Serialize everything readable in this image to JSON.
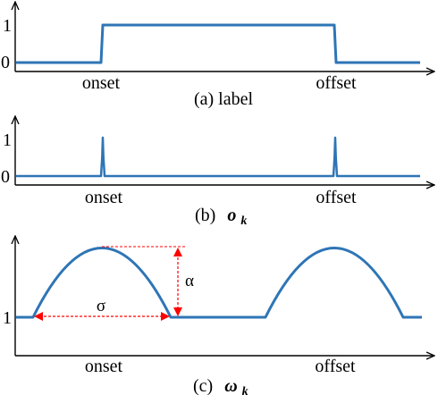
{
  "colors": {
    "signal": "#2e75b6",
    "axis": "#000000",
    "annotation": "#ff0000"
  },
  "panel_a": {
    "ytick_top": "1",
    "ytick_bottom": "0",
    "x_onset": "onset",
    "x_offset": "offset",
    "caption": "(a) label"
  },
  "panel_b": {
    "ytick_top": "1",
    "ytick_bottom": "0",
    "x_onset": "onset",
    "x_offset": "offset",
    "caption_prefix": "(b)",
    "caption_symbol": "o",
    "caption_subscript": "k"
  },
  "panel_c": {
    "ytick": "1",
    "x_onset": "onset",
    "x_offset": "offset",
    "alpha_label": "α",
    "sigma_label": "σ",
    "caption_prefix": "(c)",
    "caption_symbol": "ω",
    "caption_subscript": "k"
  }
}
